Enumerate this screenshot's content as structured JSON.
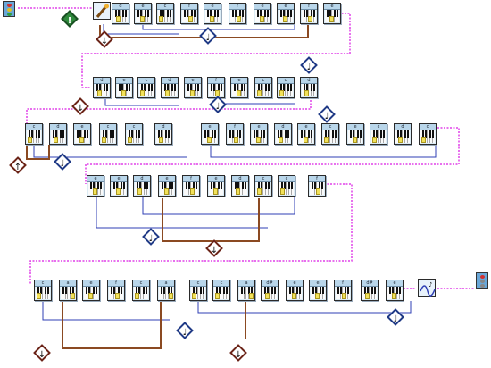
{
  "diagram": {
    "start_terminal": "start-terminal-icon",
    "end_terminal": "end-terminal-icon",
    "top_tool": "wand-icon",
    "top_decision_glyph": "!",
    "output_icon": "synth-waveform-icon",
    "glyphs": {
      "rest_down": "↓",
      "rest_up": "↑",
      "quarter_note": "♩"
    },
    "colors": {
      "flow": "#e040e8",
      "link_blue": "#2f3fb4",
      "link_brown": "#8b4a22",
      "node_bg": "#dcecf5",
      "diamond_border": "#203a86"
    },
    "rows": [
      {
        "notes": [
          "d",
          "e",
          "c",
          "f",
          "e",
          "f",
          "e",
          "e",
          "f",
          "e"
        ]
      },
      {
        "notes": [
          "d",
          "e",
          "c",
          "d",
          "e",
          "f",
          "e",
          "c",
          "c",
          "d"
        ]
      },
      {
        "notes": [
          "c",
          "d",
          "e",
          "c",
          "c",
          "d",
          "e",
          "f",
          "e",
          "d",
          "e",
          "c",
          "e",
          "c",
          "d"
        ]
      },
      {
        "notes": [
          "e",
          "e",
          "d",
          "e",
          "f",
          "e",
          "d",
          "c",
          "c",
          "f"
        ]
      },
      {
        "notes": [
          "c",
          "a",
          "e",
          "f",
          "c",
          "a",
          "c",
          "c",
          "a",
          "d#",
          "e",
          "e",
          "f",
          "d#",
          "e"
        ]
      }
    ]
  }
}
